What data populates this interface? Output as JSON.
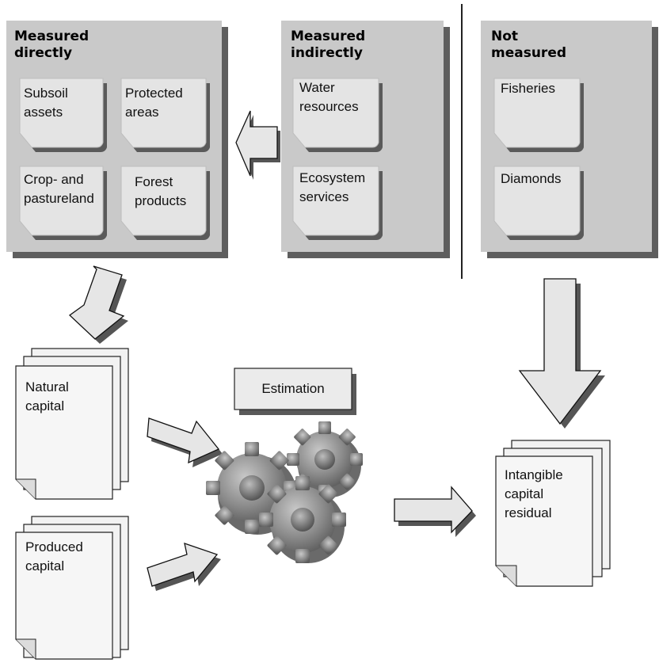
{
  "groups": {
    "measured_directly": {
      "title_line1": "Measured",
      "title_line2": "directly",
      "items": [
        {
          "line1": "Subsoil",
          "line2": "assets"
        },
        {
          "line1": "Protected",
          "line2": "areas"
        },
        {
          "line1": "Crop- and",
          "line2": "pastureland"
        },
        {
          "line1": "Forest",
          "line2": "products"
        }
      ]
    },
    "measured_indirectly": {
      "title_line1": "Measured",
      "title_line2": "indirectly",
      "items": [
        {
          "line1": "Water",
          "line2": "resources"
        },
        {
          "line1": "Ecosystem",
          "line2": "services"
        }
      ]
    },
    "not_measured": {
      "title_line1": "Not",
      "title_line2": "measured",
      "items": [
        {
          "line1": "Fisheries"
        },
        {
          "line1": "Diamonds"
        }
      ]
    }
  },
  "documents": {
    "natural": {
      "line1": "Natural",
      "line2": "capital"
    },
    "produced": {
      "line1": "Produced",
      "line2": "capital"
    },
    "intangible": {
      "line1": "Intangible",
      "line2": "capital",
      "line3": "residual"
    }
  },
  "estimation_label": "Estimation",
  "icons": [
    "gears-icon",
    "arrow-icon",
    "document-stack-icon"
  ],
  "colors": {
    "panel": "#c9c9c9",
    "panel_shadow": "#5e5e5e",
    "tile": "#e4e4e4",
    "tile_shadow": "#6a6a6a",
    "arrow_fill": "#d8d8d8",
    "gear": "#8c8c8c",
    "text": "#111111"
  }
}
